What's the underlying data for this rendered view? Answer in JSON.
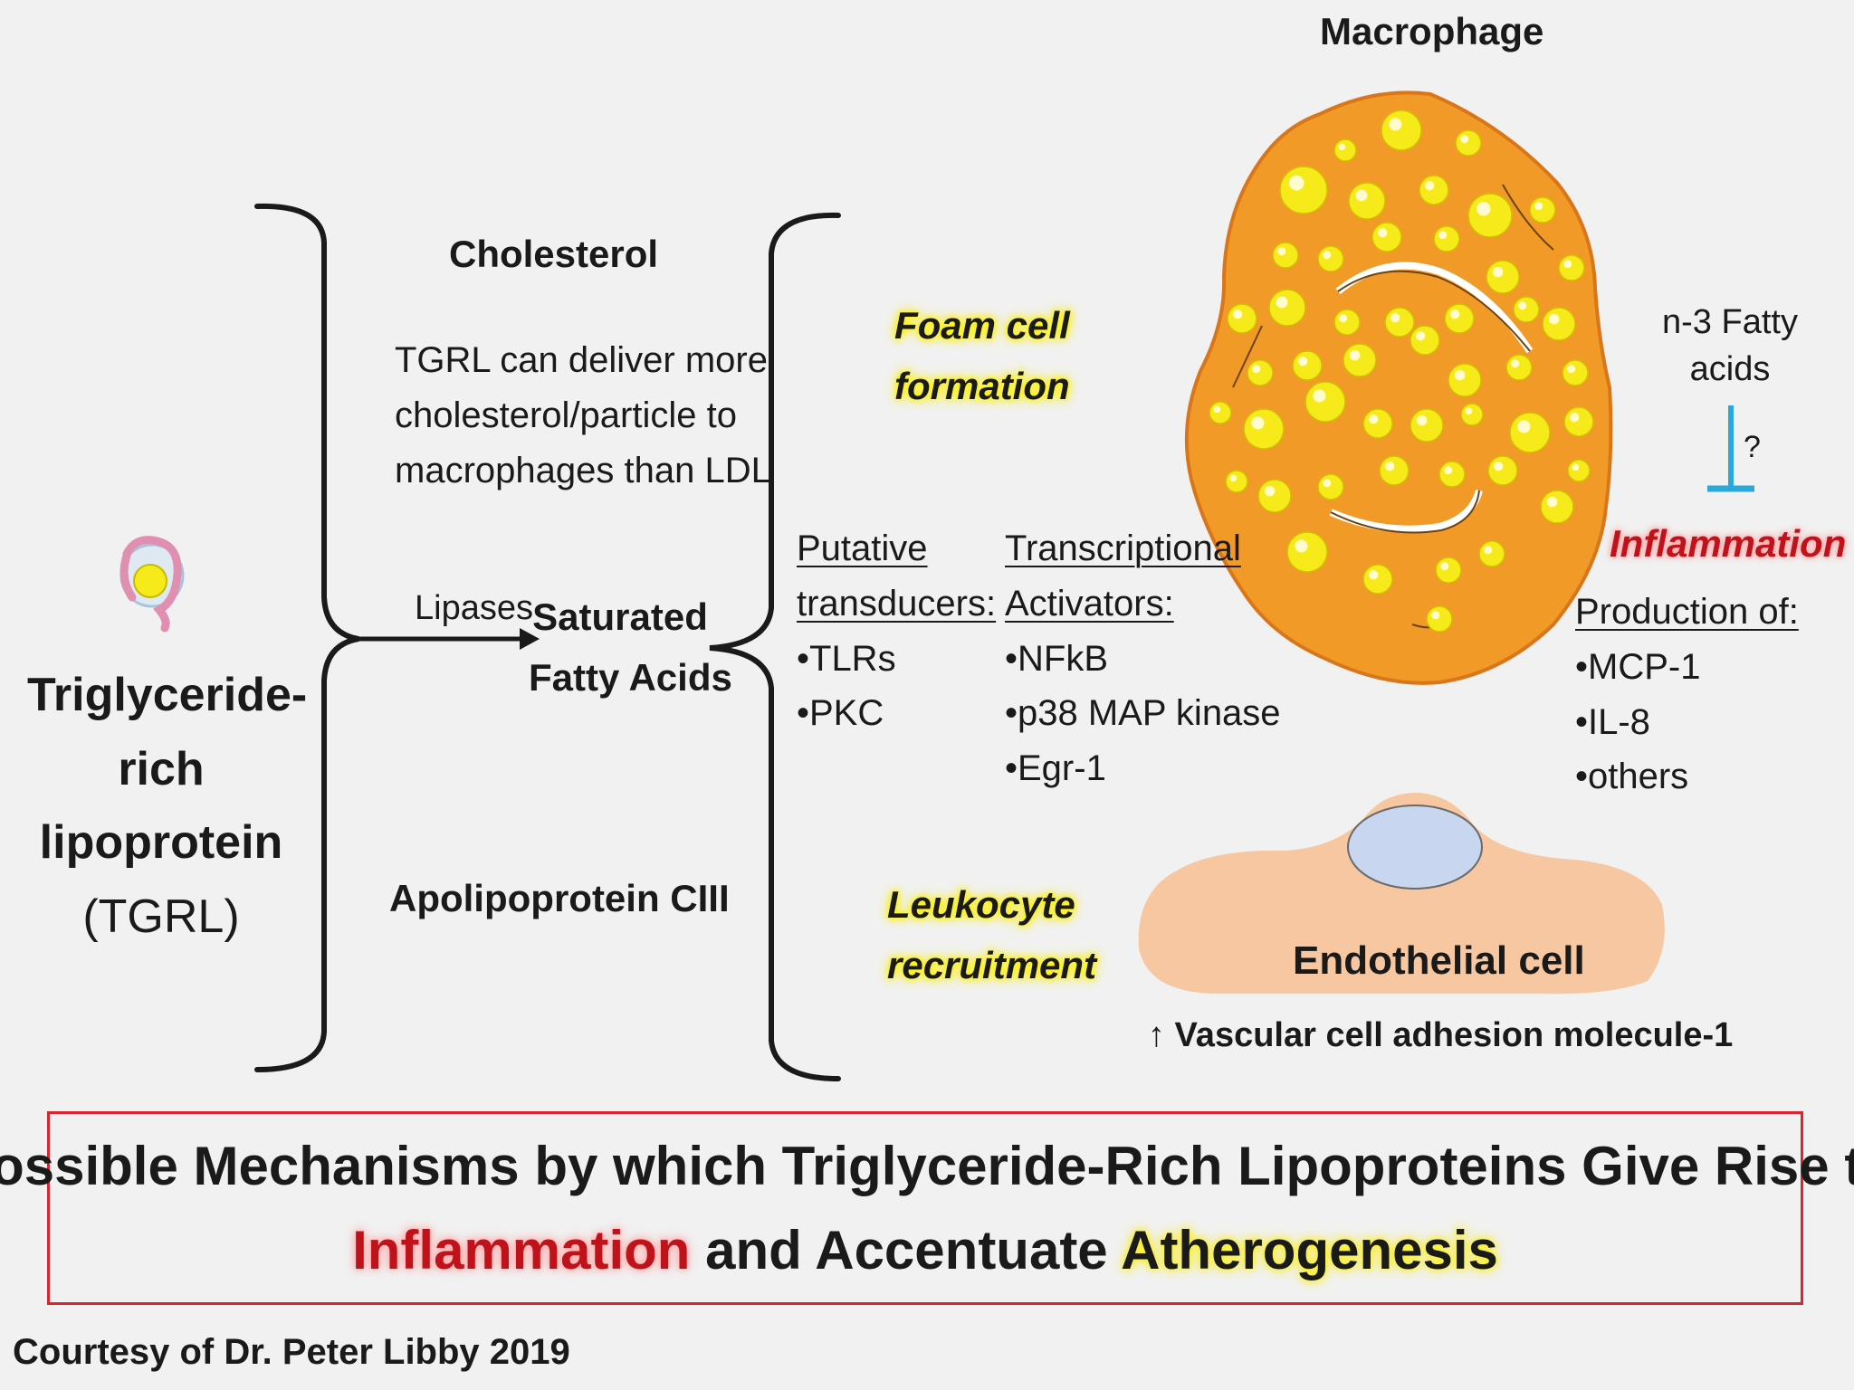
{
  "tgrl": {
    "line1": "Triglyceride-",
    "line2": "rich",
    "line3": "lipoprotein",
    "line4": "(TGRL)"
  },
  "middle": {
    "cholesterol": "Cholesterol",
    "cholesterol_desc": [
      "TGRL can deliver more",
      "cholesterol/particle to",
      "macrophages than LDL"
    ],
    "lipases": "Lipases",
    "saturated_fatty_acids": [
      "Saturated",
      "Fatty Acids"
    ],
    "apolipoprotein": "Apolipoprotein CIII"
  },
  "effects": {
    "foam_cell": [
      "Foam cell",
      "formation"
    ],
    "leukocyte": [
      "Leukocyte",
      "recruitment"
    ]
  },
  "transducers": {
    "heading": [
      "Putative",
      "transducers:"
    ],
    "items": [
      "•TLRs",
      "•PKC"
    ]
  },
  "activators": {
    "heading": [
      "Transcriptional",
      "Activators:"
    ],
    "items": [
      "•NFkB",
      "•p38 MAP kinase",
      "•Egr-1"
    ]
  },
  "macrophage": {
    "label": "Macrophage"
  },
  "omega3": {
    "label": [
      "n-3 Fatty",
      "acids"
    ],
    "question": "?"
  },
  "inflammation": {
    "label": "Inflammation",
    "production_heading": "Production of:",
    "items": [
      "•MCP-1",
      "•IL-8",
      "•others"
    ]
  },
  "endothelial": {
    "label": "Endothelial cell",
    "vcam": "↑ Vascular cell adhesion molecule-1"
  },
  "title": {
    "line1": "Possible Mechanisms by which Triglyceride-Rich Lipoproteins Give Rise to",
    "inflammation_word": "Inflammation",
    "middle": " and Accentuate ",
    "atherogenesis_word": "Atherogenesis"
  },
  "credit": "Courtesy of Dr. Peter Libby 2019",
  "colors": {
    "macrophage_fill": "#f29a28",
    "macrophage_edge": "#d9761a",
    "droplet": "#f6ea1a",
    "endothelial_fill": "#f6c7a0",
    "nucleus_fill": "#c9d6f0",
    "inhibitor_line": "#2aa8dc",
    "title_border": "#d7262d"
  }
}
